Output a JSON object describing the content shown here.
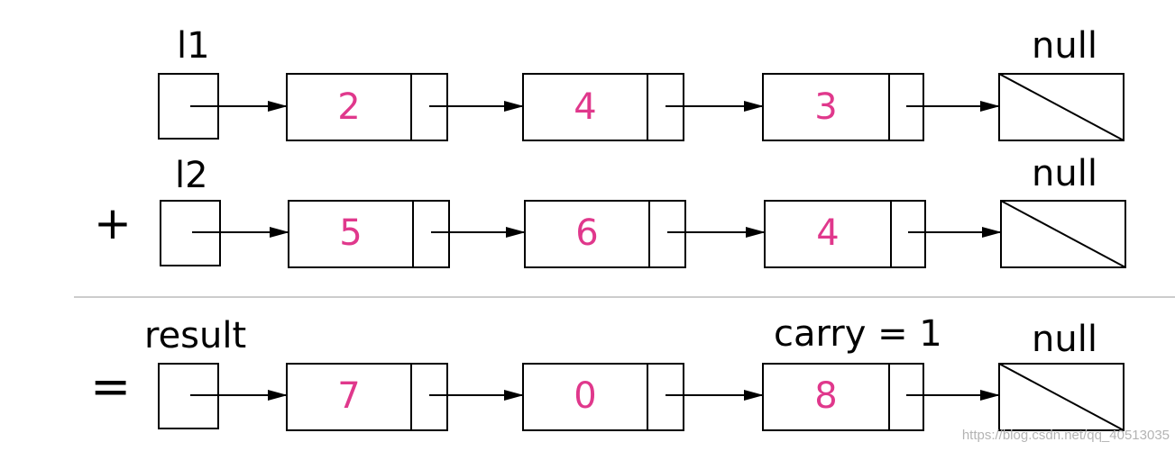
{
  "rows": [
    {
      "operator": "",
      "head_label": "l1",
      "values": [
        "2",
        "4",
        "3"
      ],
      "null_label": "null",
      "note": ""
    },
    {
      "operator": "+",
      "head_label": "l2",
      "values": [
        "5",
        "6",
        "4"
      ],
      "null_label": "null",
      "note": ""
    },
    {
      "operator": "=",
      "head_label": "result",
      "values": [
        "7",
        "0",
        "8"
      ],
      "null_label": "null",
      "note": "carry = 1"
    }
  ],
  "watermark": "https://blog.csdn.net/qq_40513035",
  "colors": {
    "value_text": "#e0388c",
    "line": "#000000",
    "divider": "#999999",
    "watermark": "#b4b4b4"
  }
}
